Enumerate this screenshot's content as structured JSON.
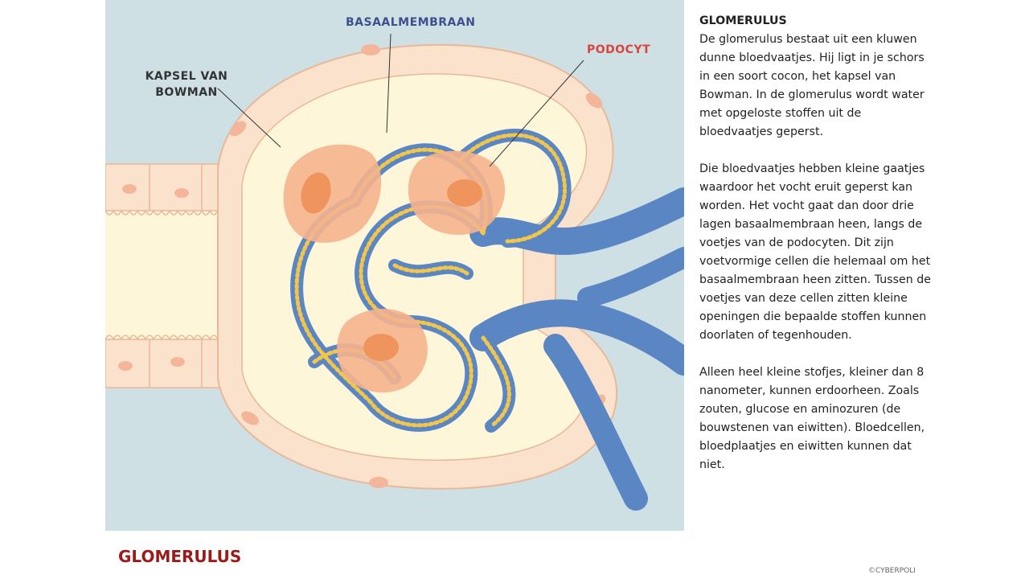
{
  "labels": {
    "basaalmembraan": "BASAALMEMBRAAN",
    "podocyt": "PODOCYT",
    "kapsel": "KAPSEL VAN BOWMAN"
  },
  "sidebar": {
    "title": "GLOMERULUS",
    "paragraphs": [
      "De glomerulus bestaat uit een kluwen dunne bloedvaatjes. Hij ligt in je schors in een soort cocon, het kapsel van Bowman. In de glomerulus wordt water met opgeloste stoffen uit de bloedvaatjes geperst.",
      "Die bloedvaatjes hebben kleine gaatjes waardoor het vocht eruit geperst kan worden. Het vocht gaat dan door drie lagen basaalmembraan heen, langs de voetjes van de podocyten. Dit zijn voetvormige cellen die helemaal om het basaalmembraan heen zitten. Tussen de voetjes van deze cellen zitten kleine openingen die bepaalde stoffen kunnen doorlaten of tegenhouden.",
      "Alleen heel kleine stofjes, kleiner dan 8 nanometer, kunnen erdoorheen. Zoals zouten, glucose en aminozuren (de bouwstenen van eiwitten). Bloedcellen, bloedplaatjes en eiwitten kunnen dat niet."
    ]
  },
  "footer": {
    "title": "GLOMERULUS",
    "copyright": "©CYBERPOLI"
  },
  "colors": {
    "background": "#cfe0e5",
    "capsule_wall": "#fbe2cc",
    "capsule_inner": "#fdf6d8",
    "vessel": "#5b86c4",
    "podocyte": "#f5b48e",
    "nucleus": "#f0945d",
    "foot_processes": "#f3c64a",
    "title_red": "#9b1b1b",
    "basaal_blue": "#3d4f8f",
    "podocyt_red": "#d9453c"
  }
}
